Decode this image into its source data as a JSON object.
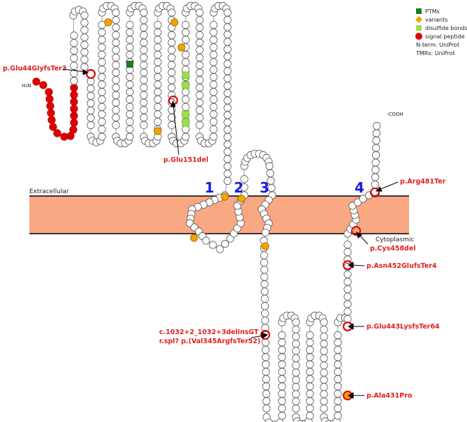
{
  "legend": {
    "items": [
      {
        "label": "PTMs",
        "color": "#1e7b1e",
        "shape": "square"
      },
      {
        "label": "variants",
        "color": "#f0a500",
        "shape": "diamond"
      },
      {
        "label": "disulfide bonds",
        "color": "#9be04a",
        "shape": "square"
      },
      {
        "label": "signal peptide",
        "color": "#e00000",
        "shape": "circle"
      }
    ],
    "nterm": "N-term: UniProt",
    "tmrs": "TMRs: UniProt"
  },
  "termini": {
    "n": "H₂N",
    "c": "-COOH"
  },
  "regions": {
    "extracellular": "Extracellular",
    "cytoplasmic": "Cytoplasmic"
  },
  "helices": [
    "1",
    "2",
    "3",
    "4"
  ],
  "annotations": [
    {
      "text": "p.Glu44GlyfsTer3"
    },
    {
      "text": "p.Glu151del"
    },
    {
      "text": "p.Arg481Ter"
    },
    {
      "text": "p.Cys458del"
    },
    {
      "text": "p.Asn452GlufsTer4"
    },
    {
      "text": "p.Glu443LysfsTer64"
    },
    {
      "text": "c.1032+2_1032+3delinsGT"
    },
    {
      "text": "r.spl? p.(Val345ArgfsTer52)"
    },
    {
      "text": "p.Ala431Pro"
    }
  ],
  "colors": {
    "membrane": "#f8a882",
    "residue_fill": "#ffffff",
    "residue_stroke": "#555555",
    "signal": "#e00000",
    "variant": "#f0a500",
    "ptm": "#1e7b1e",
    "disulfide": "#9be04a",
    "highlight": "#e00000",
    "annotation_text": "#e02020",
    "helix_number": "#1a1adc"
  }
}
